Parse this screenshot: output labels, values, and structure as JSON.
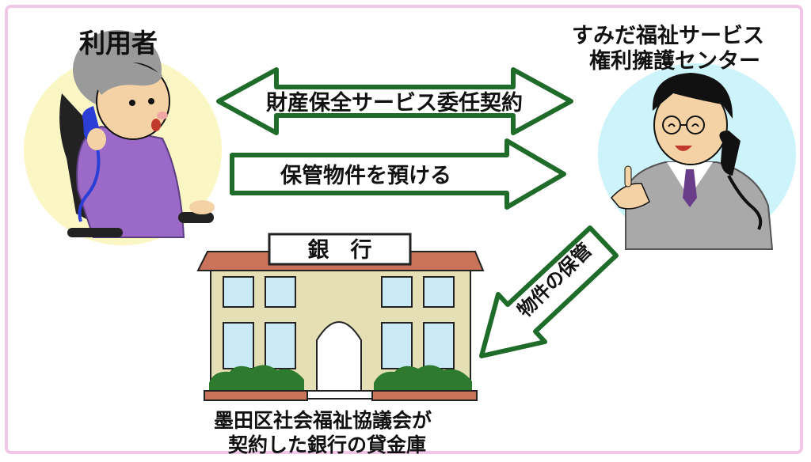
{
  "diagram": {
    "user_label": "利用者",
    "center_label_line1": "すみだ福祉サービス",
    "center_label_line2": "権利擁護センター",
    "arrow_contract": "財産保全サービス委任契約",
    "arrow_deposit": "保管物件を預ける",
    "arrow_storage": "物件の保管",
    "bank_sign": "銀　行",
    "bank_caption_line1": "墨田区社会福祉協議会が",
    "bank_caption_line2": "契約した銀行の貸金庫"
  },
  "colors": {
    "frame_border": "#f2c6e6",
    "arrow_outline": "#1f6b2a",
    "user_circle": "#fbf7c4",
    "center_circle": "#cdf3fb",
    "bank_wall": "#e5dfb6",
    "bank_roof": "#c8735a",
    "bank_window": "#c9e9f7"
  }
}
